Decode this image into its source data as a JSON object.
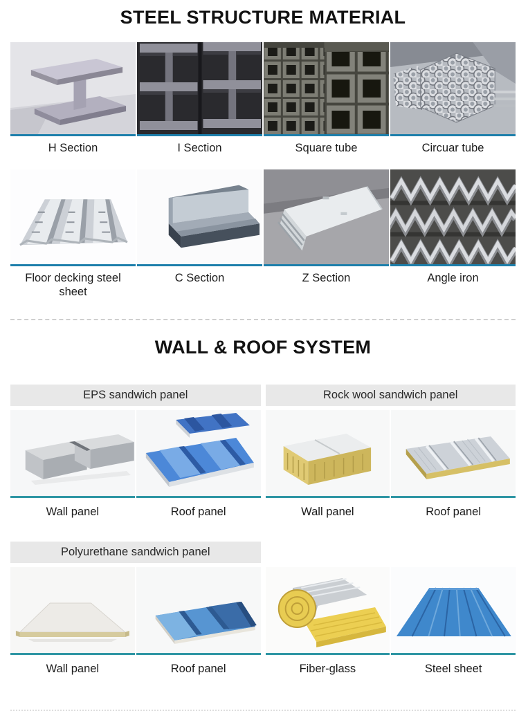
{
  "steel_section": {
    "title": "STEEL STRUCTURE MATERIAL",
    "row1": [
      "H Section",
      "I Section",
      "Square tube",
      "Circuar tube"
    ],
    "row2": [
      "Floor decking steel sheet",
      "C Section",
      "Z Section",
      "Angle iron"
    ]
  },
  "wall_section": {
    "title": "WALL & ROOF SYSTEM",
    "row1_groups": [
      {
        "header": "EPS sandwich panel",
        "items": [
          "Wall panel",
          "Roof panel"
        ]
      },
      {
        "header": "Rock wool sandwich panel",
        "items": [
          "Wall panel",
          "Roof panel"
        ]
      }
    ],
    "row2_groups": [
      {
        "header": "Polyurethane sandwich panel",
        "items": [
          "Wall panel",
          "Roof panel"
        ]
      },
      {
        "header": "",
        "items": [
          "Fiber-glass",
          "Steel sheet"
        ]
      }
    ]
  },
  "colors": {
    "steel_underline": "#1d7fab",
    "panel_underline": "#2f96a4",
    "header_bar_bg": "#e8e8e8"
  }
}
